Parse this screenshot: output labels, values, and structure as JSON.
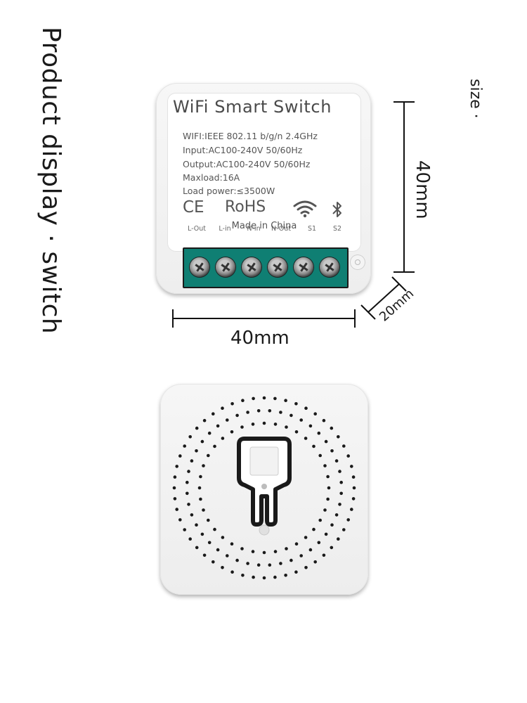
{
  "side_title": "Product display · switch",
  "size_label": "size ·",
  "device": {
    "title": "WiFi  Smart  Switch",
    "specs": {
      "wifi": "WIFI:IEEE 802.11 b/g/n 2.4GHz",
      "input": "Input:AC100-240V 50/60Hz",
      "output": "Output:AC100-240V 50/60Hz",
      "maxload": "Maxload:16A",
      "load_power": "Load power:≤3500W"
    },
    "ce": "CE",
    "rohs": "RoHS",
    "made_in": "Made in China",
    "terminals": [
      "L-Out",
      "L-in",
      "N-in",
      "N-Out",
      "S1",
      "S2"
    ]
  },
  "dimensions": {
    "height": "40mm",
    "width": "40mm",
    "depth": "20mm"
  },
  "colors": {
    "terminal_block": "#0f7f73",
    "device_body": "#f2f2f2"
  },
  "icons": [
    "wifi-icon",
    "bluetooth-icon",
    "screw-icon",
    "reset-button-icon"
  ]
}
